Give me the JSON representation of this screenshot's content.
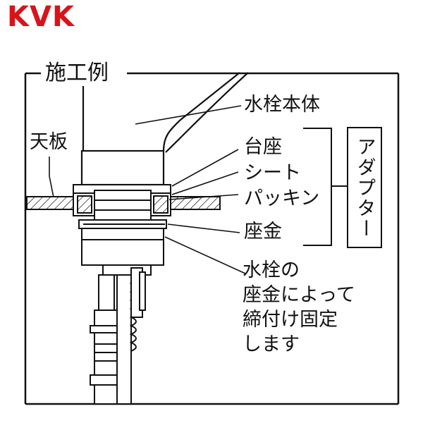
{
  "brand": {
    "logo_text": "KVK",
    "color": "#d8141b"
  },
  "title": "施工例",
  "labels": {
    "countertop": "天板",
    "faucet_body": "水栓本体",
    "base": "台座",
    "sheet": "シート",
    "packing": "パッキン",
    "washer": "座金",
    "adapter": "アダプター"
  },
  "note_lines": [
    "水栓の",
    "座金によって",
    "締付け固定",
    "します"
  ]
}
